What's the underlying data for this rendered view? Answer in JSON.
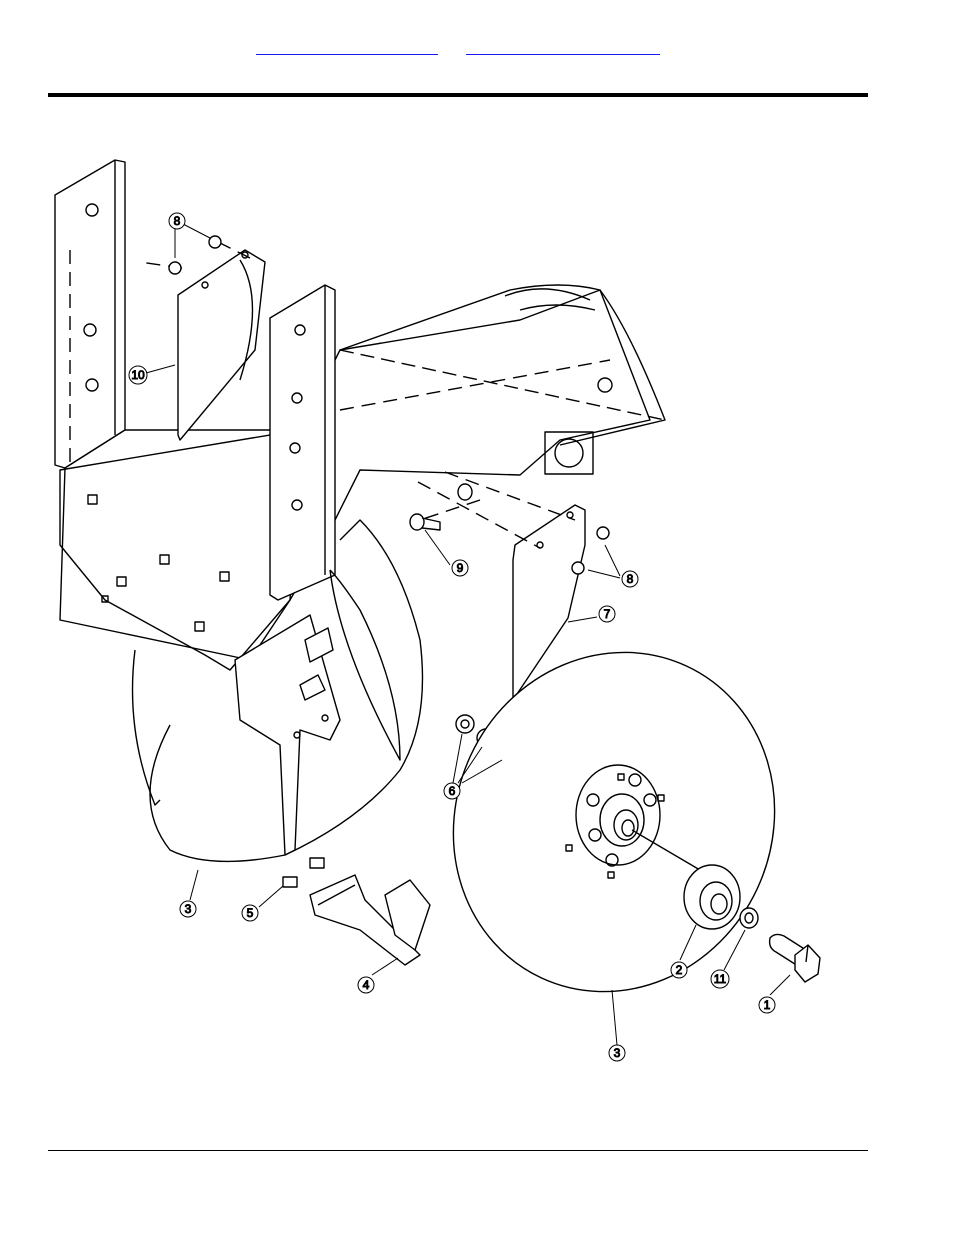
{
  "header": {
    "links": [
      "",
      ""
    ]
  },
  "callouts": {
    "c1": "1",
    "c2": "2",
    "c3a": "3",
    "c3b": "3",
    "c4": "4",
    "c5": "5",
    "c6": "6",
    "c7": "7",
    "c8a": "8",
    "c8b": "8",
    "c9": "9",
    "c10": "10",
    "c11": "11"
  }
}
